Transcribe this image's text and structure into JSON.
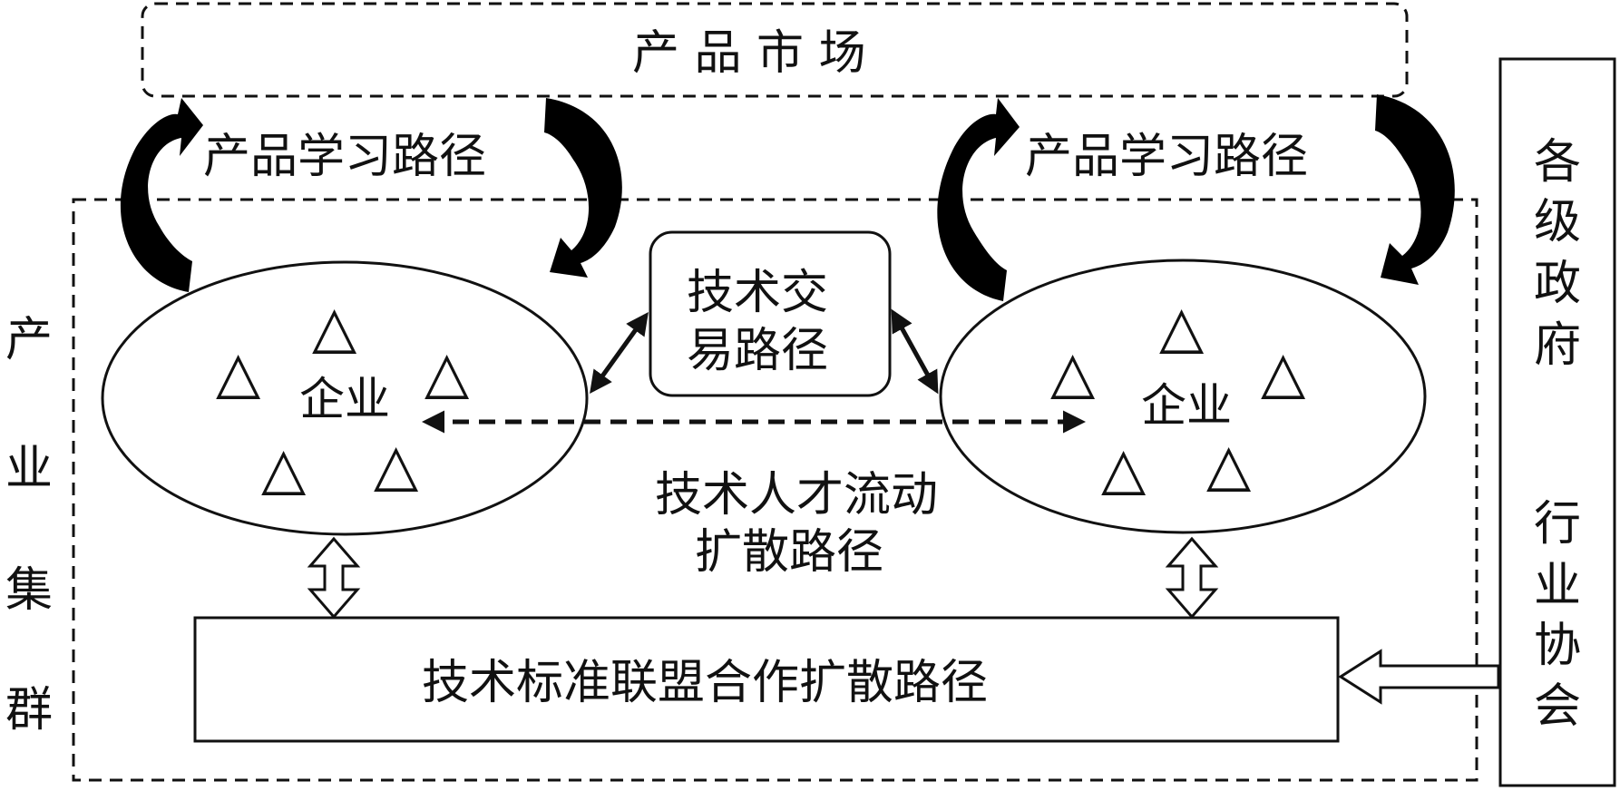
{
  "product_market": "产 品 市 场",
  "product_learning_left": "产品学习路径",
  "product_learning_right": "产品学习路径",
  "tech_trade_line1": "技术交",
  "tech_trade_line2": "易路径",
  "firm_left": "企业",
  "firm_right": "企业",
  "talent_flow_line1": "技术人才流动",
  "talent_flow_line2": "扩散路径",
  "standard_alliance": "技术标准联盟合作扩散路径",
  "cluster_chars": [
    "产",
    "业",
    "集",
    "群"
  ],
  "gov_chars": [
    "各",
    "级",
    "政",
    "府"
  ],
  "assoc_chars": [
    "行",
    "业",
    "协",
    "会"
  ],
  "triangle_glyph": "△"
}
